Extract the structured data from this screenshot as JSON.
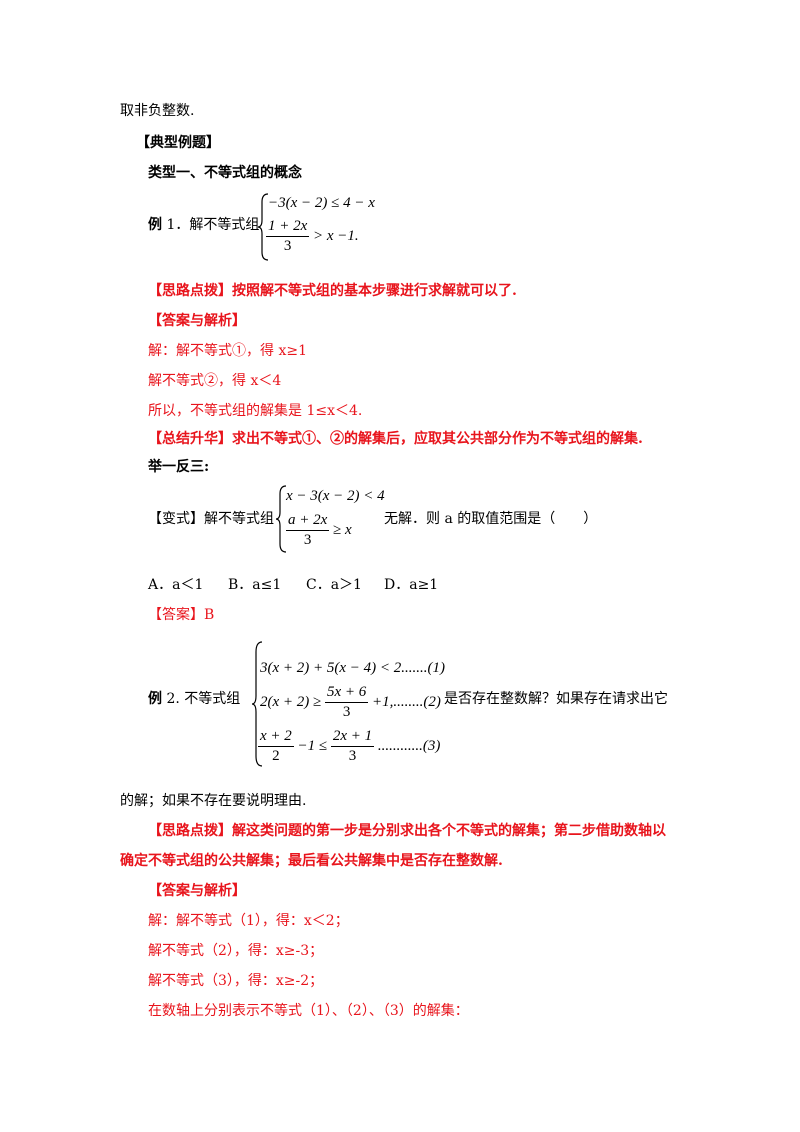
{
  "intro": "取非负整数.",
  "section_heading": "【典型例题】",
  "type1_heading": "类型一、不等式组的概念",
  "ex1": {
    "label_bold": "例",
    "label_rest": " 1．解不等式组",
    "ineq1": "−3(x − 2) ≤ 4 − x",
    "ineq2_num": "1 + 2x",
    "ineq2_den": "3",
    "ineq2_rest": " > x −1."
  },
  "ex1_hint": "【思路点拨】按照解不等式组的基本步骤进行求解就可以了.",
  "ex1_answer_title": "【答案与解析】",
  "ex1_sol": [
    "解：解不等式①，得 x≥1",
    "解不等式②，得 x＜4",
    "所以，不等式组的解集是 1≤x＜4."
  ],
  "ex1_summary": "【总结升华】求出不等式①、②的解集后，应取其公共部分作为不等式组的解集.",
  "practice_heading": "举一反三:",
  "variant": {
    "prefix": "【变式】解不等式组",
    "ineq1": "x − 3(x − 2) < 4",
    "ineq2_num": "a + 2x",
    "ineq2_den": "3",
    "ineq2_rest": " ≥ x",
    "suffix": "无解．则 a 的取值范围是（　　）"
  },
  "options": [
    "A．a＜1",
    "B．a≤1",
    "C．a＞1",
    "D．a≥1"
  ],
  "variant_answer": "【答案】B",
  "ex2": {
    "label_bold": "例",
    "label_rest": " 2.  不等式组",
    "ineq1": "3(x + 2) + 5(x − 4) < 2.......(1)",
    "ineq2_left": "2(x + 2) ≥",
    "ineq2_num": "5x + 6",
    "ineq2_den": "3",
    "ineq2_right": " +1,........(2)",
    "ineq3_num1": "x + 2",
    "ineq3_den1": "2",
    "ineq3_mid": " −1 ≤",
    "ineq3_num2": "2x + 1",
    "ineq3_den2": "3",
    "ineq3_right": " ............(3)",
    "suffix": "是否存在整数解？如果存在请求出它",
    "continuation": "的解；如果不存在要说明理由."
  },
  "ex2_hint_line1": "【思路点拨】解这类问题的第一步是分别求出各个不等式的解集；第二步借助数轴以",
  "ex2_hint_line2": "确定不等式组的公共解集；最后看公共解集中是否存在整数解.",
  "ex2_answer_title": "【答案与解析】",
  "ex2_sol": [
    "解：解不等式（1），得：x＜2；",
    "解不等式（2），得：x≥-3；",
    "解不等式（3），得：x≥-2；",
    "在数轴上分别表示不等式（1）、（2）、（3）的解集："
  ],
  "colors": {
    "red": "#e8141c",
    "black": "#000000"
  }
}
